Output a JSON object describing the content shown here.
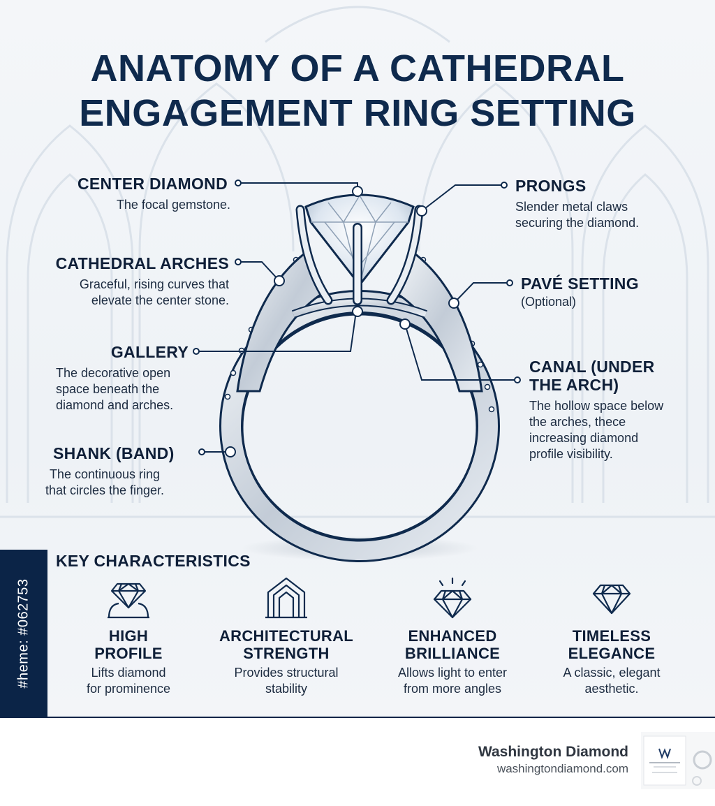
{
  "title": {
    "line1": "ANATOMY OF A CATHEDRAL",
    "line2": "ENGAGEMENT RING SETTING"
  },
  "labels": {
    "center_diamond": {
      "title": "CENTER DIAMOND",
      "desc": [
        "The focal gemstone."
      ]
    },
    "cathedral_arches": {
      "title": "CATHEDRAL ARCHES",
      "desc": [
        "Graceful, rising curves that",
        "elevate the center stone."
      ]
    },
    "gallery": {
      "title": "GALLERY",
      "desc": [
        "The decorative open",
        "space beneath the",
        "diamond and arches."
      ]
    },
    "shank": {
      "title": "SHANK (BAND)",
      "desc": [
        "The continuous ring",
        "that circles the finger."
      ]
    },
    "prongs": {
      "title": "PRONGS",
      "desc": [
        "Slender metal claws",
        "securing the diamond."
      ]
    },
    "pave": {
      "title": "PAVÉ SETTING",
      "desc": [
        "(Optional)"
      ]
    },
    "canal": {
      "title": [
        "CANAL (UNDER",
        "THE ARCH)"
      ],
      "desc": [
        "The hollow space below",
        "the arches, thece",
        "increasing diamond",
        "profile visibility."
      ]
    }
  },
  "key": {
    "title": "KEY CHARACTERISTICS",
    "items": [
      {
        "icon": "ring-diamond-icon",
        "title": [
          "HIGH",
          "PROFILE"
        ],
        "desc": [
          "Lifts diamond",
          "for prominence"
        ]
      },
      {
        "icon": "cathedral-arch-icon",
        "title": [
          "ARCHITECTURAL",
          "STRENGTH"
        ],
        "desc": [
          "Provides structural",
          "stability"
        ]
      },
      {
        "icon": "sparkling-diamond-icon",
        "title": [
          "ENHANCED",
          "BRILLIANCE"
        ],
        "desc": [
          "Allows light to enter",
          "from more angles"
        ]
      },
      {
        "icon": "diamond-icon",
        "title": [
          "TIMELESS",
          "ELEGANCE"
        ],
        "desc": [
          "A classic, elegant",
          "aesthetic."
        ]
      }
    ]
  },
  "side_tab": "#heme: #062753",
  "footer": {
    "brand": "Washington Diamond",
    "url": "washingtondiamond.com"
  },
  "colors": {
    "navy": "#0b2447",
    "title": "#0f2a4d",
    "metal": "#c9d2dd",
    "bg": "#eef2f6"
  }
}
